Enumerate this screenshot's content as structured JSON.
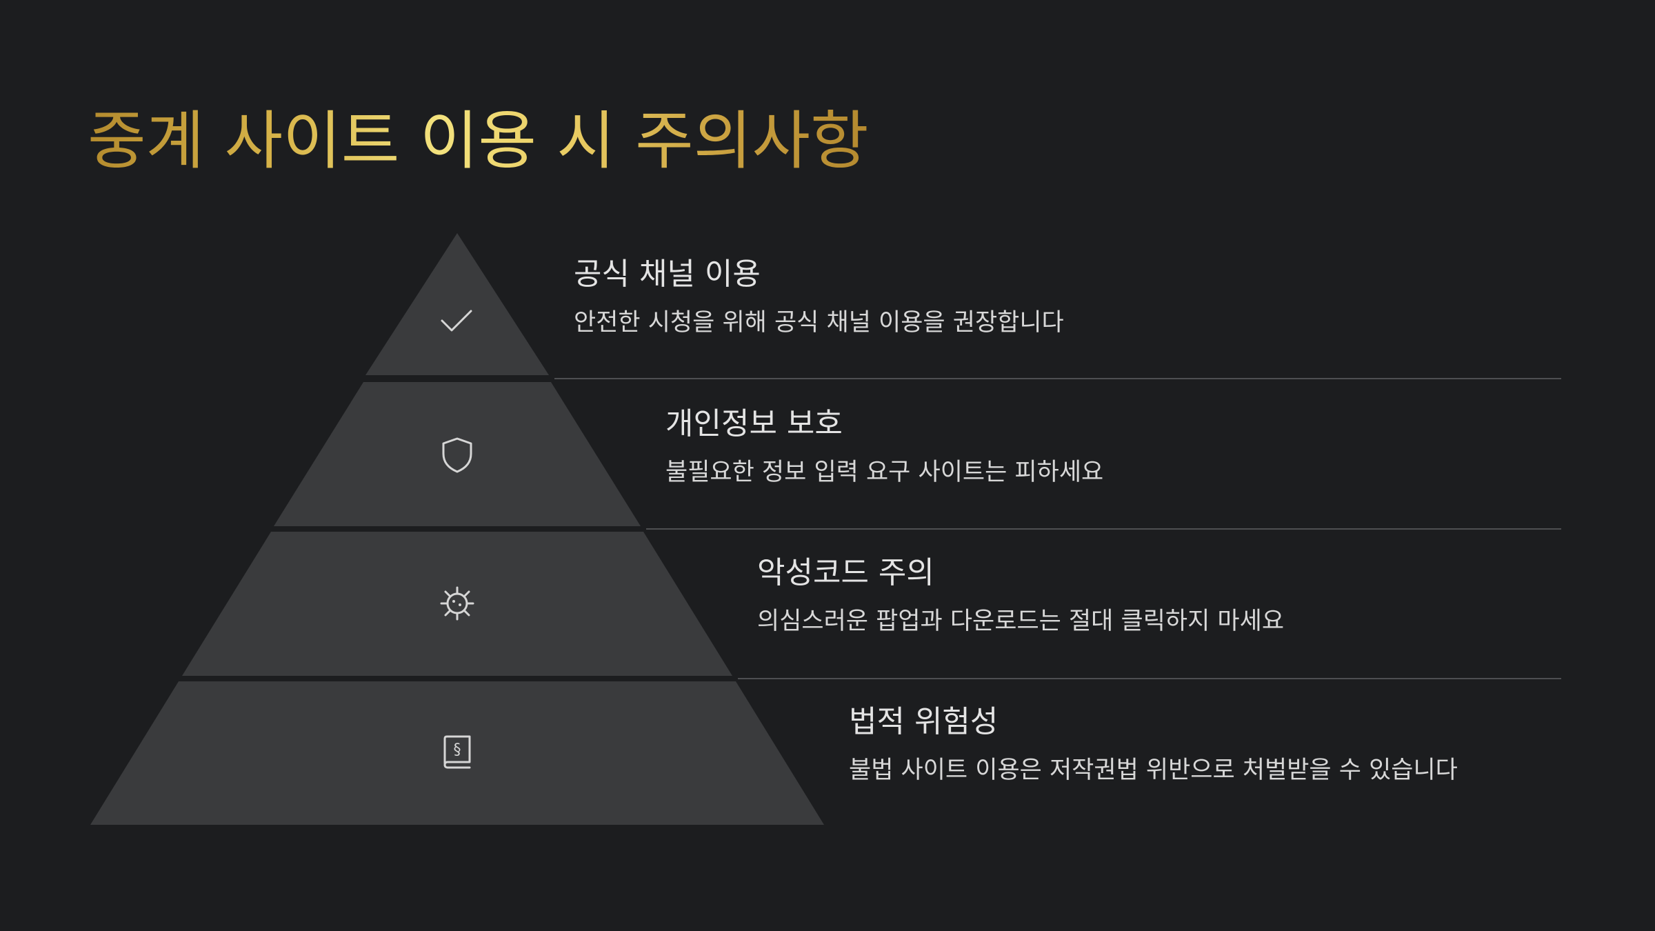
{
  "slide": {
    "title": "중계 사이트 이용 시 주의사항"
  },
  "colors": {
    "background": "#1c1d1f",
    "tier_fill": "#3a3b3d",
    "title_gradient": [
      "#b48b2e",
      "#f3e27e",
      "#b4892f"
    ],
    "text": "#e4e4e4",
    "icon_stroke": "#d6d6d6",
    "divider": "#4e4f52"
  },
  "tiers": [
    {
      "title": "공식 채널 이용",
      "description": "안전한 시청을 위해 공식 채널 이용을 권장합니다",
      "icon": "check-icon"
    },
    {
      "title": "개인정보 보호",
      "description": "불필요한 정보 입력 요구 사이트는 피하세요",
      "icon": "shield-icon"
    },
    {
      "title": "악성코드 주의",
      "description": "의심스러운 팝업과 다운로드는 절대 클릭하지 마세요",
      "icon": "virus-icon"
    },
    {
      "title": "법적 위험성",
      "description": "불법 사이트 이용은 저작권법 위반으로 처벌받을 수 있습니다",
      "icon": "law-book-icon"
    }
  ]
}
